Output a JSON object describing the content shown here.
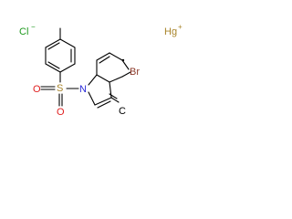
{
  "molecule": {
    "atoms": {
      "chloride": "Cl",
      "chloride_charge": "−",
      "mercury": "Hg",
      "mercury_charge": "+",
      "sulfur": "S",
      "oxygen_left": "O",
      "oxygen_right": "O",
      "nitrogen": "N",
      "bromine": "Br",
      "radical_carbon": "C"
    },
    "colors": {
      "chlorine": "#1f9a1f",
      "mercury": "#a8842a",
      "sulfur": "#a8842a",
      "oxygen": "#e02020",
      "nitrogen": "#2a2ad8",
      "bromine": "#8c3a2a"
    }
  }
}
